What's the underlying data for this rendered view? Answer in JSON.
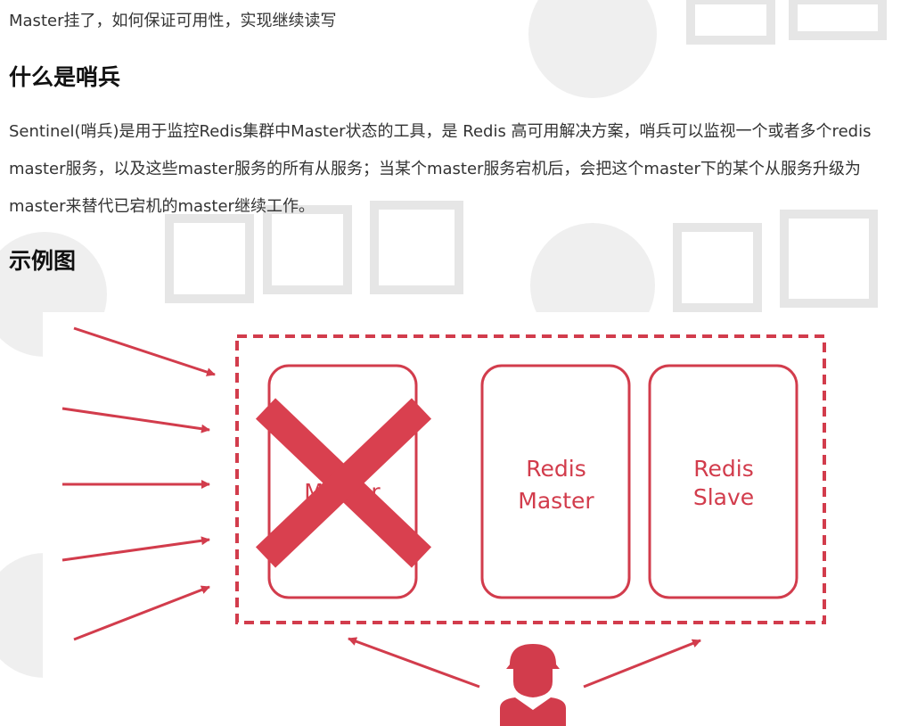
{
  "intro": "Master挂了，如何保证可用性，实现继续读写",
  "section_what": {
    "heading": "什么是哨兵",
    "body": "Sentinel(哨兵)是用于监控Redis集群中Master状态的工具，是 Redis 高可用解决方案，哨兵可以监视一个或者多个redis master服务，以及这些master服务的所有从服务；当某个master服务宕机后，会把这个master下的某个从服务升级为master来替代已宕机的master继续工作。"
  },
  "section_example": {
    "heading": "示例图"
  },
  "diagram": {
    "failed_master_label": "Master",
    "new_master_label_line1": "Redis",
    "new_master_label_line2": "Master",
    "slave_label_line1": "Redis",
    "slave_label_line2": "Slave",
    "colors": {
      "accent": "#d23c4c",
      "cross": "#d9404f",
      "watermark": "#ececec"
    }
  }
}
